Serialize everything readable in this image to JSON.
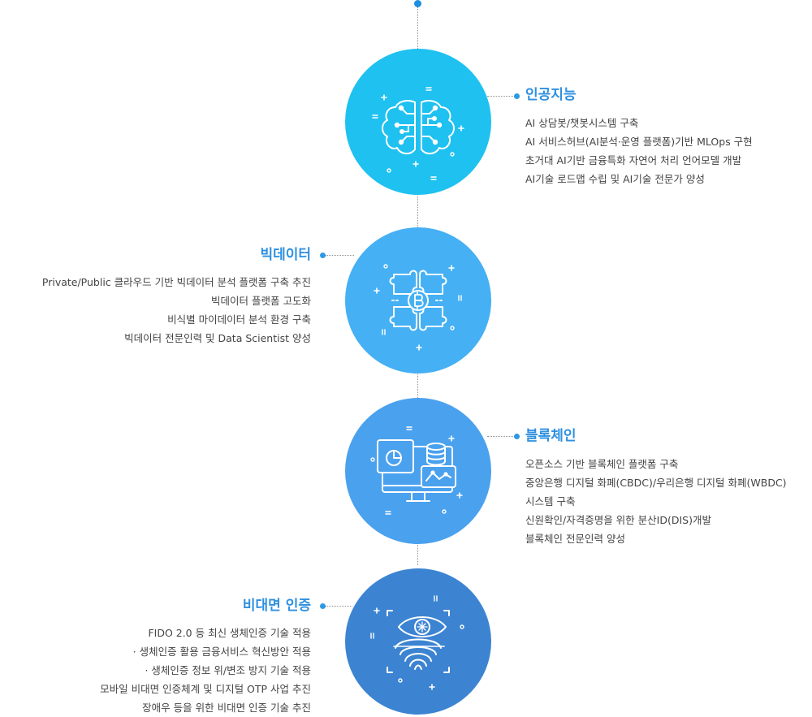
{
  "sections": [
    {
      "title": "인공지능",
      "icon": "brain-circuit-icon",
      "items": [
        "AI 상담봇/챗봇시스템 구축",
        "AI 서비스허브(AI분석·운영 플랫폼)기반 MLOps 구현",
        "초거대 AI기반 금융특화 자연어 처리 언어모델 개발",
        "AI기술 로드맵 수립 및 AI기술 전문가 양성"
      ]
    },
    {
      "title": "빅데이터",
      "icon": "puzzle-bitcoin-icon",
      "items": [
        "Private/Public 클라우드 기반 빅데이터 분석 플랫폼 구축 추진",
        "빅데이터 플랫폼 고도화",
        "비식별 마이데이터 분석 환경 구축",
        "빅데이터 전문인력 및 Data Scientist 양성"
      ]
    },
    {
      "title": "블록체인",
      "icon": "monitor-database-icon",
      "items": [
        "오픈소스 기반 블록체인 플랫폼 구축",
        "중앙은행 디지털 화폐(CBDC)/우리은행 디지털 화폐(WBDC)",
        "시스템 구축",
        "신원확인/자격증명을 위한 분산ID(DIS)개발",
        "블록체인 전문인력 양성"
      ]
    },
    {
      "title": "비대면 인증",
      "icon": "eye-fingerprint-icon",
      "items": [
        "FIDO 2.0 등 최신 생체인증 기술 적용",
        "· 생체인증 활용 금융서비스 혁신방안 적용",
        "· 생체인증 정보 위/변조 방지 기술 적용",
        "모바일 비대면 인증체계 및 디지털 OTP 사업 추진",
        "장애우 등을 위한 비대면 인증 기술 추진"
      ]
    }
  ],
  "colors": {
    "circle_1": "#1ec1f0",
    "circle_2": "#45b0f4",
    "circle_3": "#4aa1ee",
    "circle_4": "#3c84d2",
    "title": "#2f90e0",
    "timeline_dot": "#1f8fe0"
  }
}
